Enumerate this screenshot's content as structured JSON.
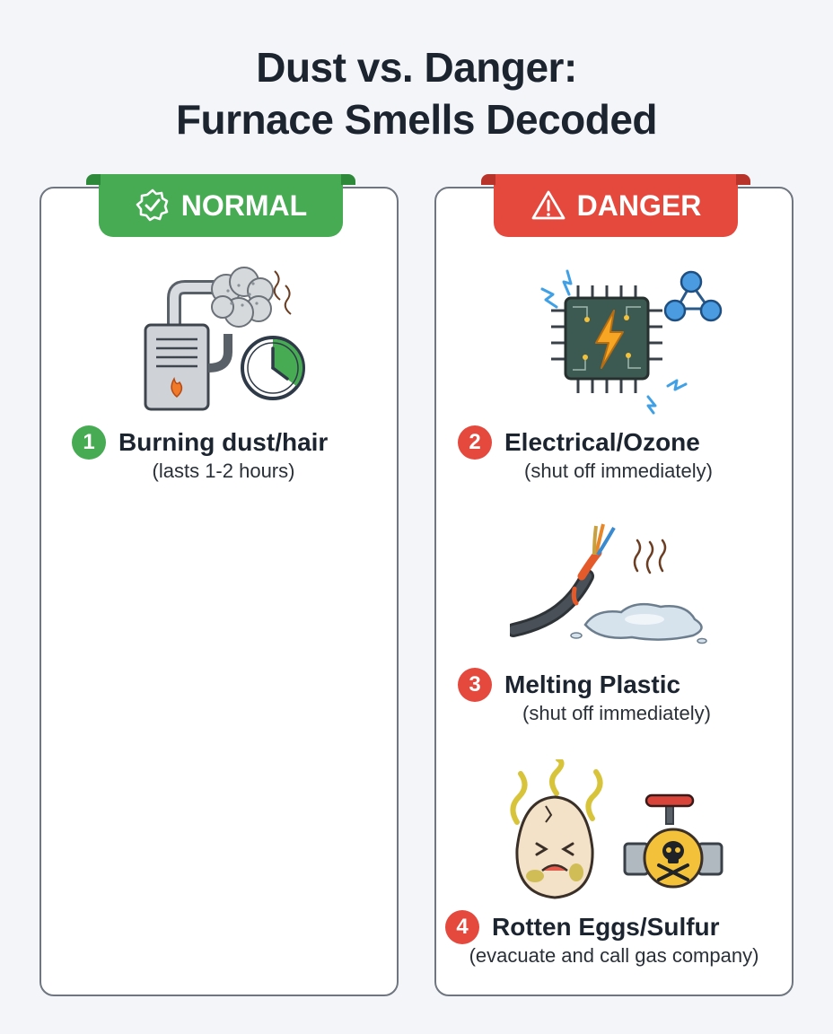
{
  "title": {
    "line1": "Dust vs. Danger:",
    "line2": "Furnace Smells Decoded"
  },
  "normal": {
    "badge": "NORMAL",
    "color": "#46ab52",
    "items": [
      {
        "number": "1",
        "label": "Burning dust/hair",
        "note": "(lasts 1-2 hours)",
        "icon": "furnace-dust-timer-icon"
      }
    ]
  },
  "danger": {
    "badge": "DANGER",
    "color": "#e5483c",
    "items": [
      {
        "number": "2",
        "label": "Electrical/Ozone",
        "note": "(shut off immediately)",
        "icon": "circuit-chip-icon"
      },
      {
        "number": "3",
        "label": "Melting Plastic",
        "note": "(shut off immediately)",
        "icon": "melting-wire-icon"
      },
      {
        "number": "4",
        "label": "Rotten Eggs/Sulfur",
        "note": "(evacuate and call gas company)",
        "icon": "rotten-egg-gas-valve-icon"
      }
    ]
  }
}
